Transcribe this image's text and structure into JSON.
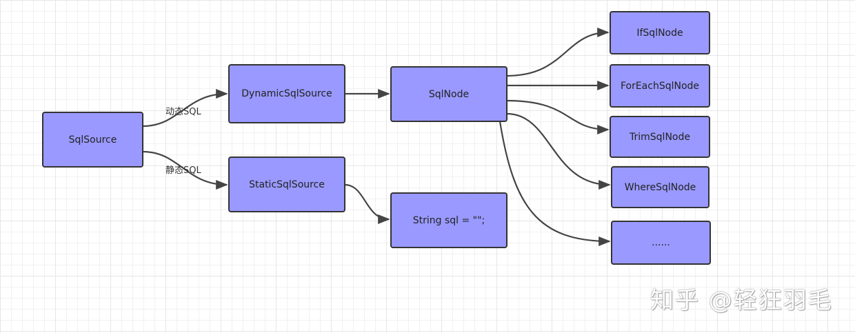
{
  "diagram": {
    "nodes": {
      "sqlsource": "SqlSource",
      "dynamic": "DynamicSqlSource",
      "static": "StaticSqlSource",
      "sqlnode": "SqlNode",
      "string_sql": "String sql = \"\";",
      "if_node": "IfSqlNode",
      "foreach_node": "ForEachSqlNode",
      "trim_node": "TrimSqlNode",
      "where_node": "WhereSqlNode",
      "more_node": "......"
    },
    "edge_labels": {
      "dynamic": "动态SQL",
      "static": "静态SQL"
    },
    "colors": {
      "node_fill": "#9999ff",
      "node_border": "#333333",
      "edge": "#444444"
    }
  },
  "watermark": "知乎 @轻狂羽毛"
}
